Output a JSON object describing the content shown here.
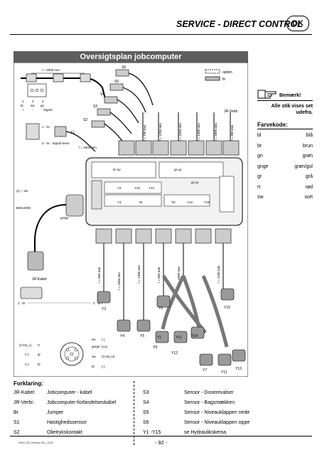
{
  "header": {
    "title": "SERVICE - DIRECT CONTROL",
    "badge": "DK"
  },
  "diagram": {
    "title": "Oversigtsplan jobcomputer",
    "legend_box": {
      "option": "option",
      "fn": "fn"
    },
    "lengths": {
      "jr_kabel": "l = 2000 mm",
      "s1": "l = 1600 mm",
      "t700": "l = 700 mm",
      "t1200": "l = 1200 mm",
      "t1500": "l = 1500 mm",
      "t1400": "l = 1400 mm",
      "t2800": "l = 2800 mm",
      "t300": "l = 300 mm",
      "b850a": "l = 850 mm",
      "b1000a": "l = 1000 mm",
      "b1300": "l = 1300 mm",
      "b850b": "l = 850 mm",
      "b1000b": "l = 1000 mm",
      "b1100": "l = 1100 mm"
    },
    "sensor_labels": {
      "s1": "S1",
      "s2": "S2",
      "s3": "S3",
      "s4": "S4",
      "s5": "S5",
      "s6": "S6"
    },
    "jr_verbi": "JR-Verbi",
    "sensor_pins": {
      "n1": "1",
      "n2": "2",
      "n3": "3",
      "c1": "br",
      "c2": "sw",
      "c3": "gn",
      "p1": "+",
      "p2": "-",
      "signal": "Signal"
    },
    "s1_pins": {
      "a": "1 - br -",
      "b": "3 - br - Signal Sens."
    },
    "ecu_labels": {
      "sw": "br sw",
      "gr_a": "gn gr",
      "gr_b": "gn gr",
      "y2": "Y2",
      "y10": "Y10",
      "y14": "Y14",
      "y6": "Y6",
      "y4": "Y4",
      "y8": "Y8",
      "y12": "Y12",
      "y15": "Y15"
    },
    "left_labels": {
      "k1": "(1) + sw",
      "k2": "BMC2000",
      "k3": "gn/ge"
    },
    "jr_kabel": "JR-Kabel",
    "jr_pins": {
      "a": "1 - br",
      "b": "2 - bl +"
    },
    "valve_labels": {
      "y3": "Y3",
      "y4": "Y4",
      "y5": "Y5",
      "y6": "Y6",
      "y8": "Y8",
      "y12": "Y12",
      "y11": "Y11",
      "y14": "Y14",
      "y7": "Y7",
      "y15": "Y15",
      "y11b": "Y11",
      "y13": "Y13",
      "y1": "Y1"
    },
    "plug_pins": {
      "l1": "(CAN_L)",
      "l1b": "rt",
      "l2": "(+)",
      "l2b": "gr",
      "l3": "(+)",
      "l3b": "bl",
      "r1": "ws",
      "r1b": "(-)",
      "r2": "gn/ge",
      "r2b": "(Lu)",
      "r3": "sw",
      "r3b": "(CAN_H)",
      "r4": "bl",
      "r4b": "(-)"
    }
  },
  "note": {
    "title": "Bemærk!",
    "text": "Alle stik vises set udefra."
  },
  "color_code": {
    "title": "Farvekode:",
    "rows": [
      {
        "code": "bl",
        "name": "blå"
      },
      {
        "code": "br",
        "name": "brun"
      },
      {
        "code": "gn",
        "name": "grøn"
      },
      {
        "code": "gnge",
        "name": "grøn/gul"
      },
      {
        "code": "gr",
        "name": "grå"
      },
      {
        "code": "rt",
        "name": "rød"
      },
      {
        "code": "sw",
        "name": "sort"
      }
    ]
  },
  "legend": {
    "title": "Forklaring:",
    "left": [
      {
        "key": "JR-Kabel:",
        "value": "Jobcomputer - kabel"
      },
      {
        "key": "JR-Verbi:",
        "value": "Jobcomputer-forbindelseskabel"
      },
      {
        "key": "Br",
        "value": "Jumper"
      },
      {
        "key": "S1",
        "value": "Hastighedssensor"
      },
      {
        "key": "S2",
        "value": "Olietrykskontakt"
      }
    ],
    "right": [
      {
        "key": "S3",
        "value": "Sensor - Doserevalser"
      },
      {
        "key": "S4",
        "value": "Sensor - Bagsmækken"
      },
      {
        "key": "S5",
        "value": "Sensor - Niveauklappen nede"
      },
      {
        "key": "S6",
        "value": "Sensor - Niveauklappen oppe"
      },
      {
        "key": "Y1 -Y15",
        "value": "se Hydraulikskema"
      }
    ]
  },
  "footer": {
    "left": "0900_DK-Service-R1_1022",
    "page": "- 92 -"
  }
}
